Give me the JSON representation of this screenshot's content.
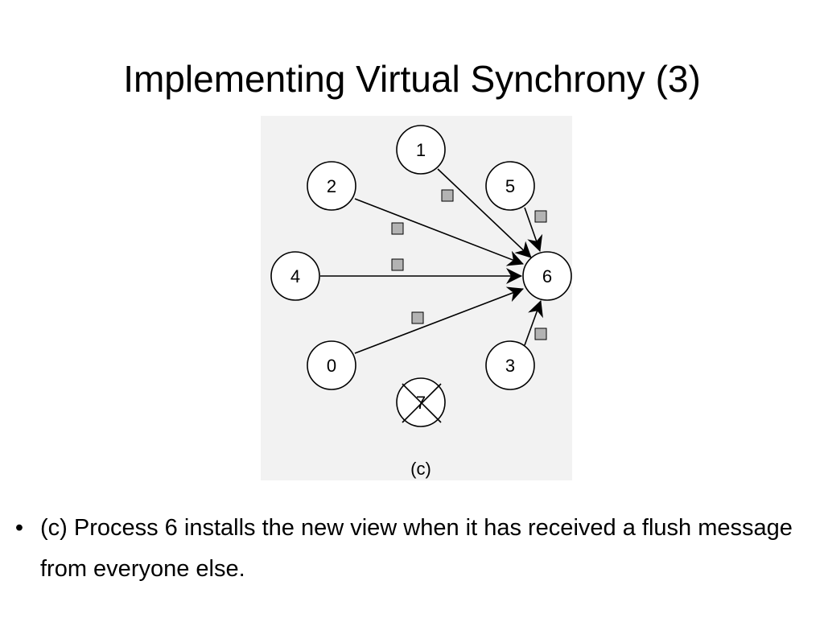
{
  "slide": {
    "title": "Implementing Virtual Synchrony (3)"
  },
  "diagram": {
    "processes": [
      {
        "id": "1",
        "label": "1",
        "crashed": false
      },
      {
        "id": "2",
        "label": "2",
        "crashed": false
      },
      {
        "id": "5",
        "label": "5",
        "crashed": false
      },
      {
        "id": "4",
        "label": "4",
        "crashed": false
      },
      {
        "id": "6",
        "label": "6",
        "crashed": false
      },
      {
        "id": "0",
        "label": "0",
        "crashed": false
      },
      {
        "id": "3",
        "label": "3",
        "crashed": false
      },
      {
        "id": "7",
        "label": "7",
        "crashed": true
      }
    ],
    "flush_messages": [
      {
        "from": "1",
        "to": "6"
      },
      {
        "from": "2",
        "to": "6"
      },
      {
        "from": "5",
        "to": "6"
      },
      {
        "from": "4",
        "to": "6"
      },
      {
        "from": "0",
        "to": "6"
      },
      {
        "from": "3",
        "to": "6"
      }
    ],
    "caption": "(c)",
    "colors": {
      "background": "#f2f2f2",
      "message_fill": "#b3b3b3",
      "stroke": "#000000"
    }
  },
  "bullets": [
    {
      "marker": "•",
      "text": "(c) Process 6 installs the new view when it has received a flush message from everyone else."
    }
  ]
}
